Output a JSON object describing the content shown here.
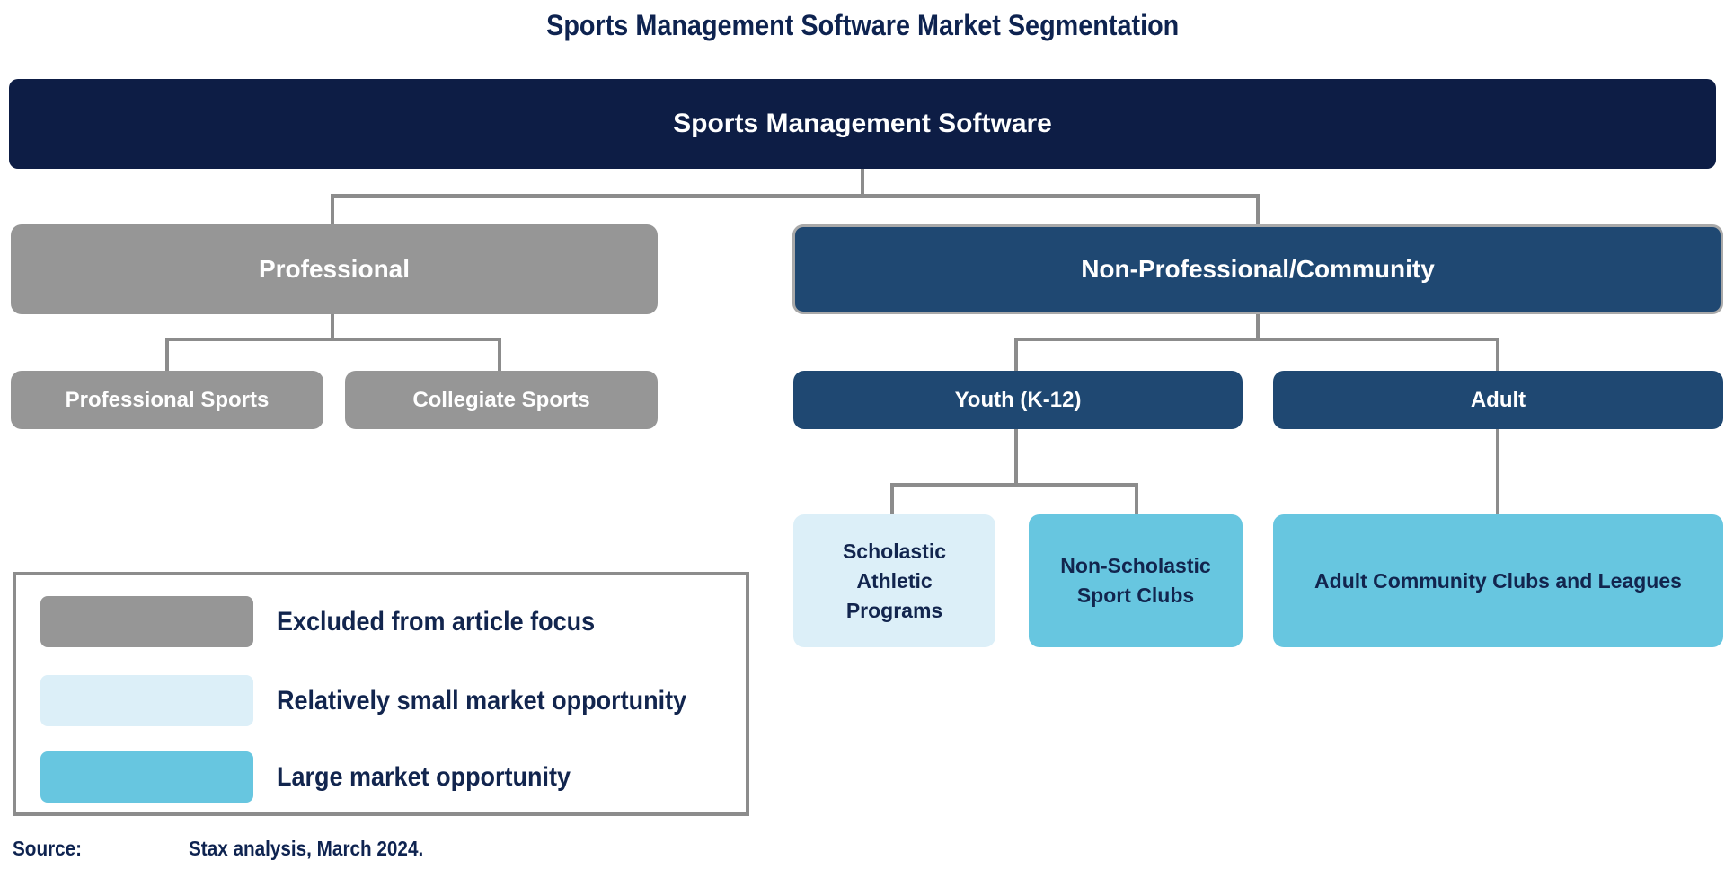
{
  "title": "Sports Management Software Market Segmentation",
  "tree": {
    "root": {
      "label": "Sports Management Software"
    },
    "professional": {
      "label": "Professional"
    },
    "non_professional": {
      "label": "Non-Professional/Community"
    },
    "professional_sports": {
      "label": "Professional Sports"
    },
    "collegiate_sports": {
      "label": "Collegiate Sports"
    },
    "youth": {
      "label": "Youth (K-12)"
    },
    "adult": {
      "label": "Adult"
    },
    "scholastic": {
      "label": "Scholastic Athletic Programs"
    },
    "non_scholastic": {
      "label": "Non-Scholastic Sport Clubs"
    },
    "adult_community": {
      "label": "Adult Community Clubs and Leagues"
    }
  },
  "legend": {
    "items": [
      {
        "label": "Excluded from article focus",
        "color": "#969696"
      },
      {
        "label": "Relatively small market opportunity",
        "color": "#DCEFF8"
      },
      {
        "label": "Large market opportunity",
        "color": "#67C6E0"
      }
    ]
  },
  "source": {
    "label": "Source:",
    "text": "Stax analysis, March 2024."
  },
  "colors": {
    "root_box": "#0D1D45",
    "blue_box": "#1F4872",
    "gray_box": "#969696",
    "light_box": "#DCEFF8",
    "cyan_box": "#67C6E0",
    "connector": "#8C8C8C",
    "dark_text": "#12254E",
    "title_text": "#0E2350",
    "background": "#FFFFFF"
  }
}
